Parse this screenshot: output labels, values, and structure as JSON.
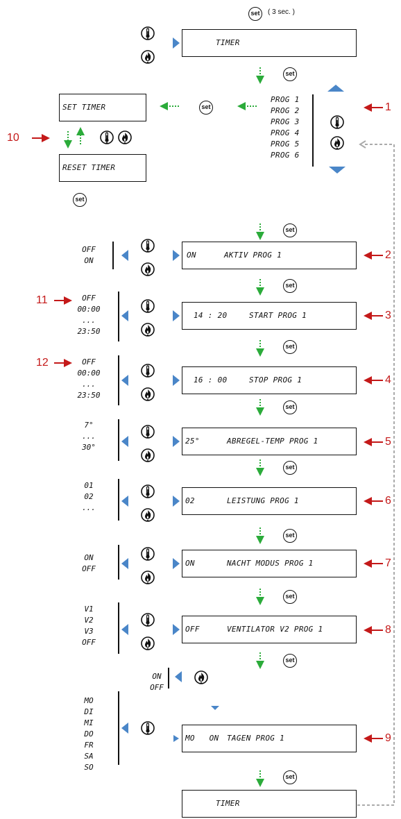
{
  "top": {
    "set_label": "set",
    "hint": "( 3 sec. )"
  },
  "screens": {
    "timer_top": "TIMER",
    "set_timer": "SET TIMER",
    "reset_timer": "RESET TIMER",
    "prog_list": [
      "PROG 1",
      "PROG 2",
      "PROG 3",
      "PROG 4",
      "PROG 5",
      "PROG 6"
    ],
    "aktiv": {
      "value": "ON",
      "text": "AKTIV PROG 1"
    },
    "start": {
      "value": "14 : 20",
      "text": "START PROG 1"
    },
    "stop": {
      "value": "16 : 00",
      "text": "STOP PROG 1"
    },
    "abregel": {
      "value": "25°",
      "text": "ABREGEL-TEMP PROG 1"
    },
    "leistung": {
      "value": "02",
      "text": "LEISTUNG PROG 1"
    },
    "nacht": {
      "value": "ON",
      "text": "NACHT MODUS PROG 1"
    },
    "ventilator": {
      "value": "OFF",
      "text": "VENTILATOR V2 PROG 1"
    },
    "tagen": {
      "value": "MO   ON",
      "text": "TAGEN PROG 1"
    },
    "timer_bottom": "TIMER"
  },
  "options": {
    "aktiv": "OFF\nON",
    "start": "OFF\n00:00\n...\n23:50",
    "stop": "OFF\n00:00\n...\n23:50",
    "abregel": "7°\n...\n30°",
    "leistung": "01\n02\n...",
    "nacht": "ON\nOFF",
    "ventilator": "V1\nV2\nV3\nOFF",
    "onoff": "ON\nOFF",
    "days": "MO\nDI\nMI\nDO\nFR\nSA\nSO"
  },
  "numbers": [
    "1",
    "2",
    "3",
    "4",
    "5",
    "6",
    "7",
    "8",
    "9",
    "10",
    "11",
    "12"
  ],
  "colors": {
    "arrow_blue": "#4a86c8",
    "arrow_green": "#2bab3a",
    "arrow_red": "#c41919",
    "dashed": "#aaaaaa"
  },
  "icons": {
    "thermo": "thermometer-icon",
    "flame": "flame-icon",
    "set": "set-button-icon"
  }
}
